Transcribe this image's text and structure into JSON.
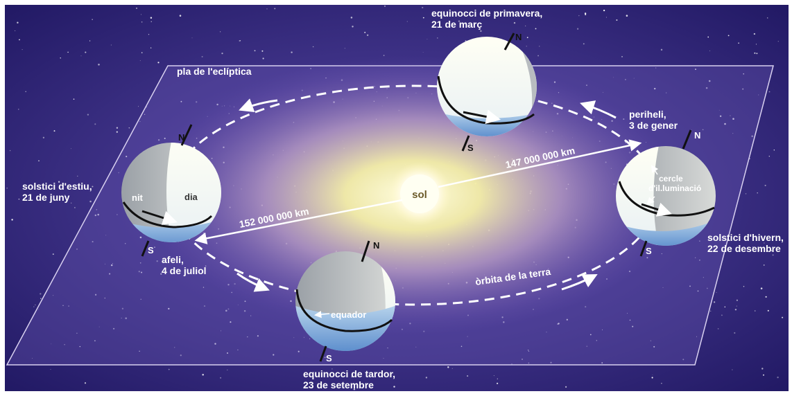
{
  "plane_label": "pla de l'eclíptica",
  "sun_label": "sol",
  "orbit_label": "òrbita de la terra",
  "distances": {
    "aphelion": "152 000 000 km",
    "perihelion": "147 000 000 km"
  },
  "events": {
    "spring_equinox": {
      "line1": "equinocci de primavera,",
      "line2": "21 de març"
    },
    "summer_solstice": {
      "line1": "solstici d'estiu,",
      "line2": "21 de juny"
    },
    "autumn_equinox": {
      "line1": "equinocci de tardor,",
      "line2": "23 de setembre"
    },
    "winter_solstice": {
      "line1": "solstici d'hivern,",
      "line2": "22 de desembre"
    },
    "aphelion": {
      "line1": "afeli,",
      "line2": "4 de juliol"
    },
    "perihelion": {
      "line1": "periheli,",
      "line2": "3 de gener"
    }
  },
  "earth_labels": {
    "north": "N",
    "south": "S",
    "night": "nit",
    "day": "dia",
    "equator": "equador",
    "illumination_line1": "cercle",
    "illumination_line2": "d'il.luminació"
  },
  "colors": {
    "space": "#2a1f6a",
    "glow_center": "#fffde0",
    "glow_outer": "#7a5ab8",
    "orbit": "#ffffff",
    "text": "#ffffff",
    "axis": "#111111"
  }
}
